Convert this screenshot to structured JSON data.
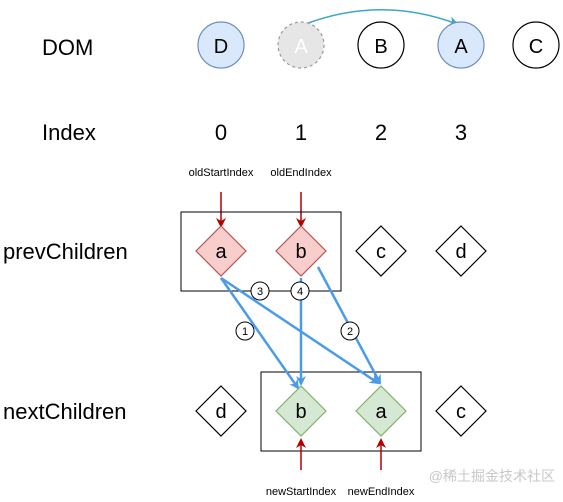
{
  "rows": {
    "dom": "DOM",
    "index": "Index",
    "prev": "prevChildren",
    "next": "nextChildren"
  },
  "dom_nodes": [
    "D",
    "A",
    "B",
    "A",
    "C"
  ],
  "indices": [
    "0",
    "1",
    "2",
    "3"
  ],
  "pointers": {
    "old_start": "oldStartIndex",
    "old_end": "oldEndIndex",
    "new_start": "newStartIndex",
    "new_end": "newEndIndex"
  },
  "prev_children": [
    "a",
    "b",
    "c",
    "d"
  ],
  "next_children": [
    "d",
    "b",
    "a",
    "c"
  ],
  "steps": [
    "1",
    "2",
    "3",
    "4"
  ],
  "watermark": "@稀土掘金技术社区",
  "colors": {
    "blue_fill": "#dae8fc",
    "blue_stroke": "#6c8ebf",
    "ghost_fill": "#e6e6e6",
    "ghost_stroke": "#999999",
    "red_fill": "#f8cecc",
    "red_stroke": "#b85450",
    "green_fill": "#d5e8d4",
    "green_stroke": "#82b366",
    "pointer_arrow": "#b20000",
    "move_arrow": "#4c9be8",
    "dom_arrow": "#3ba6c9"
  }
}
